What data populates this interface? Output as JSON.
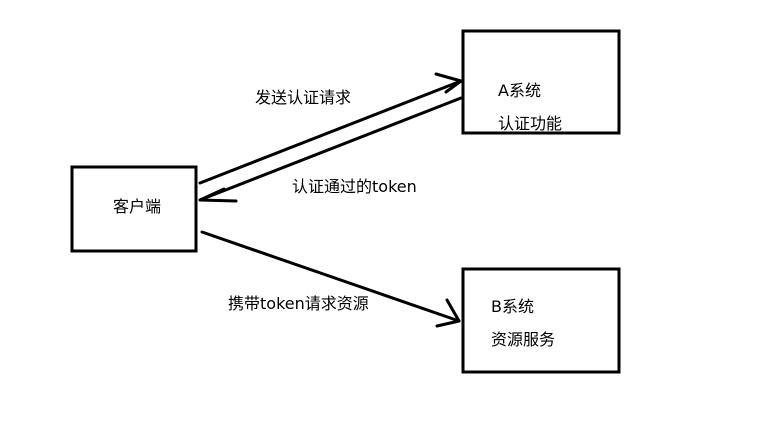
{
  "nodes": {
    "client": {
      "label": "客户端"
    },
    "system_a": {
      "title": "A系统",
      "subtitle": "认证功能"
    },
    "system_b": {
      "title": "B系统",
      "subtitle": "资源服务"
    }
  },
  "edges": {
    "send_auth_request": "发送认证请求",
    "auth_token_returned": "认证通过的token",
    "request_with_token": "携带token请求资源"
  },
  "colors": {
    "stroke": "#000000",
    "background": "#ffffff"
  }
}
